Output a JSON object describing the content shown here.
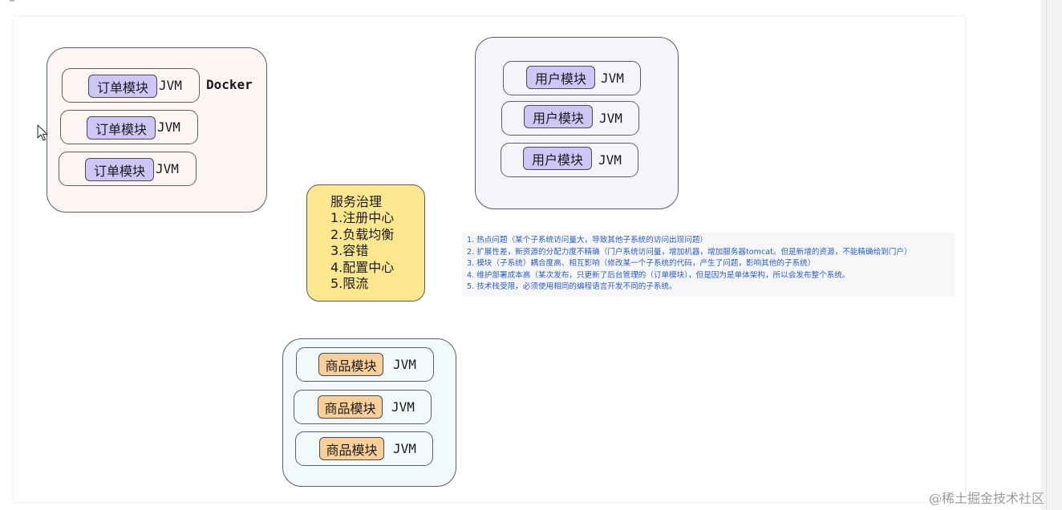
{
  "order_group": {
    "docker_label": "Docker",
    "modules": [
      {
        "label": "订单模块",
        "tag": "JVM"
      },
      {
        "label": "订单模块",
        "tag": "JVM"
      },
      {
        "label": "订单模块",
        "tag": "JVM"
      }
    ]
  },
  "user_group": {
    "modules": [
      {
        "label": "用户模块",
        "tag": "JVM"
      },
      {
        "label": "用户模块",
        "tag": "JVM"
      },
      {
        "label": "用户模块",
        "tag": "JVM"
      }
    ]
  },
  "goods_group": {
    "modules": [
      {
        "label": "商品模块",
        "tag": "JVM"
      },
      {
        "label": "商品模块",
        "tag": "JVM"
      },
      {
        "label": "商品模块",
        "tag": "JVM"
      }
    ]
  },
  "governance": {
    "title": "服务治理",
    "items": [
      "1.注册中心",
      "2.负载均衡",
      "3.容错",
      "4.配置中心",
      "5.限流"
    ]
  },
  "notes": {
    "lines": [
      "1. 热点问题（某个子系统访问量大，导致其他子系统的访问出现问题）",
      "2. 扩展性差，新资源的分配力度不精确（门户系统访问量，增加机器，增加服务器tomcat。但是新增的资源，不能精确给到门户）",
      "3. 模块（子系统）耦合度高、相互影响（修改某一个子系统的代码，产生了问题，影响其他的子系统）",
      "4. 维护部署成本高（某次发布，只更新了后台管理的（订单模块），但是因为是单体架构，所以会发布整个系统。",
      "5. 技术栈受限，必须使用相同的编程语言开发不同的子系统。"
    ]
  },
  "watermark": "@稀土掘金技术社区",
  "colors": {
    "order_group_bg": "#fcf5f4",
    "user_group_bg": "#f6f4fa",
    "goods_group_bg": "#f1f9fa",
    "purple_module": "#cfc5f6",
    "orange_module": "#fbcf9a",
    "governance_bg": "#ffe78f",
    "notes_text": "#2b5cc4"
  },
  "icons": {
    "cursor": "mouse-pointer-icon"
  }
}
